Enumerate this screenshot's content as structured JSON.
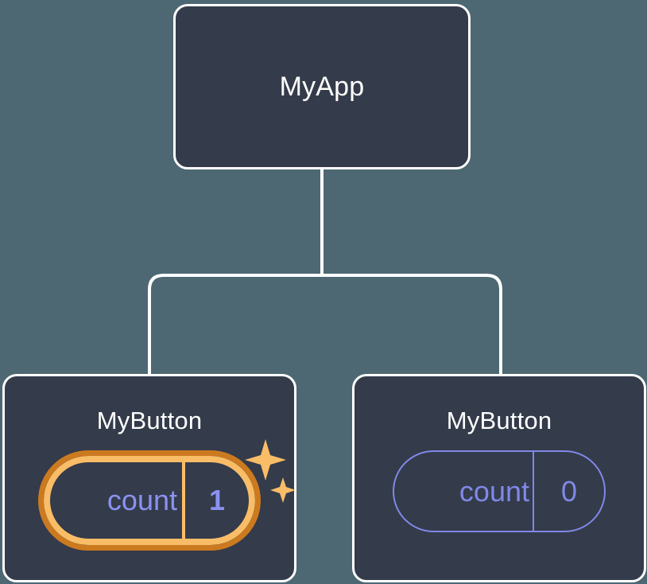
{
  "diagram": {
    "type": "component-tree",
    "title_hidden": "React component tree with state pills",
    "background_color": "#4d6873",
    "card_fill_color": "#343b4a",
    "card_border_color": "#ffffff",
    "connector_color": "#ffffff",
    "state_color": "#8088e8",
    "highlight_outer_color": "#cc7a1f",
    "highlight_inner_color": "#f9bd68",
    "sparkle_color": "#f9bd68"
  },
  "root": {
    "label": "MyApp"
  },
  "children": [
    {
      "label": "MyButton",
      "state": {
        "key": "count",
        "value": "1"
      },
      "highlighted": true,
      "sparkles": 2
    },
    {
      "label": "MyButton",
      "state": {
        "key": "count",
        "value": "0"
      },
      "highlighted": false,
      "sparkles": 0
    }
  ]
}
